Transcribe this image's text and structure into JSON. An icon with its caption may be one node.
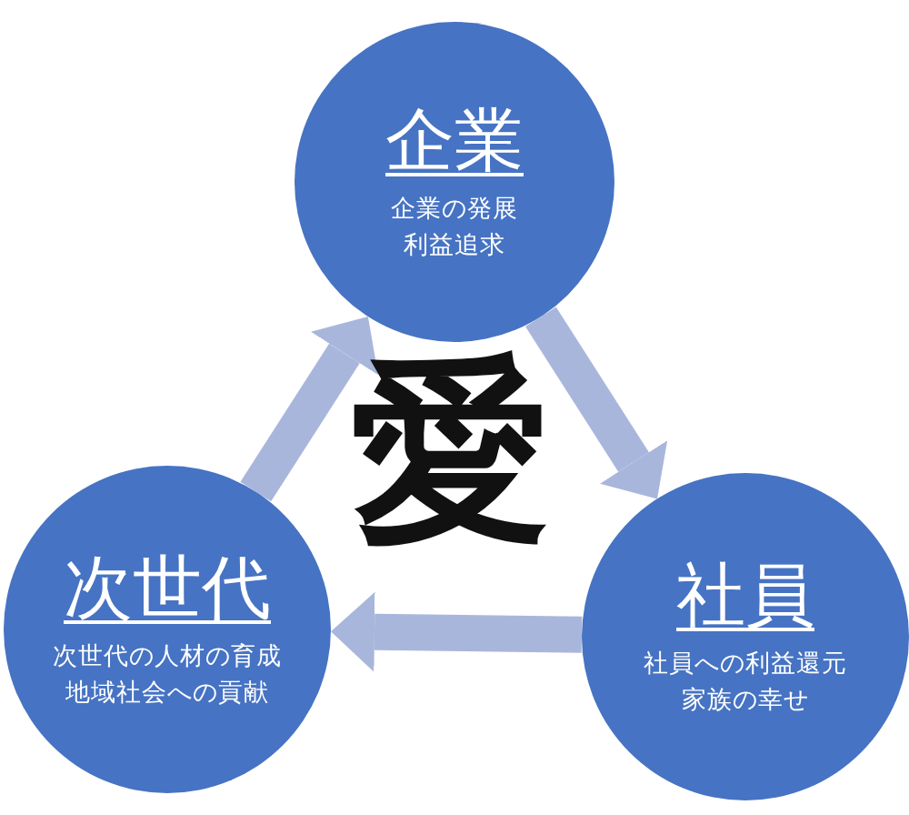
{
  "diagram": {
    "nodes": [
      {
        "text": [
          "企業",
          "企業の発展利益追求"
        ]
      },
      {
        "text": [
          "社員",
          "社員への利益還元家族の幸せ"
        ]
      },
      {
        "text": [
          "次世代",
          "次世代の人材の育成地域社会への貢献"
        ]
      }
    ],
    "edges": [
      {
        "from": 0,
        "to": 1,
        "arrow": "to"
      },
      {
        "from": 1,
        "to": 2,
        "arrow": "to"
      },
      {
        "from": 2,
        "to": 0,
        "arrow": "to"
      }
    ],
    "labels": [
      "愛"
    ]
  }
}
